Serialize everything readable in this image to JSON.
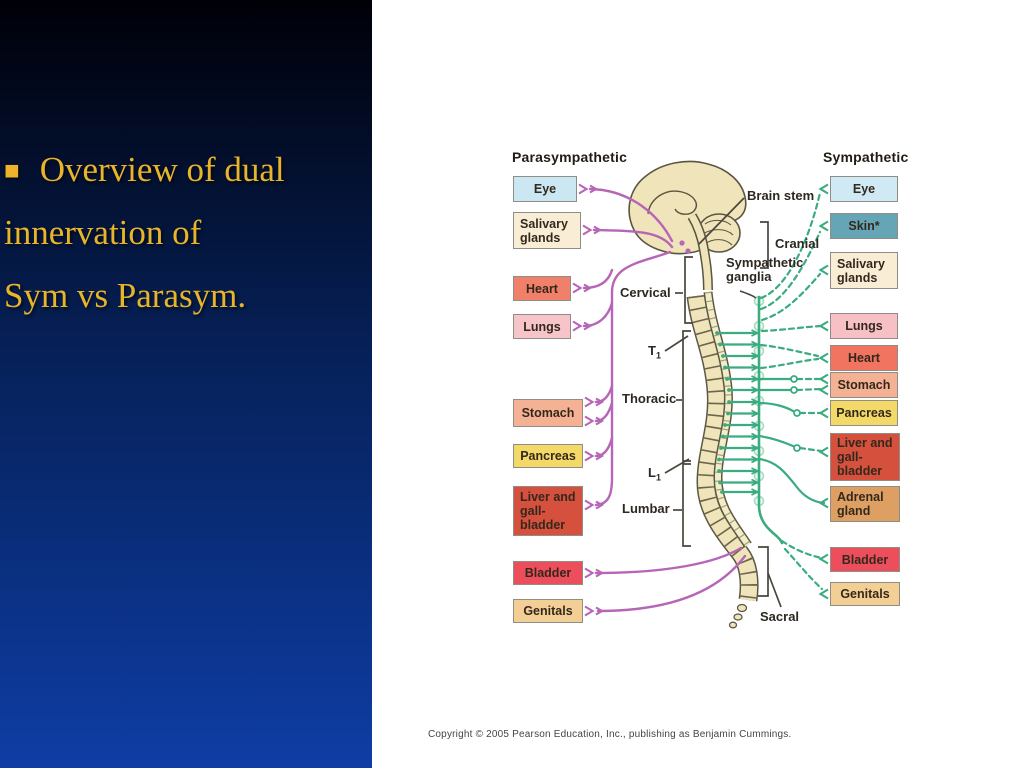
{
  "slide": {
    "bullet_glyph": "■",
    "title_lines": [
      "Overview of dual",
      "innervation of",
      "Sym vs Parasym."
    ],
    "colors": {
      "title_text": "#e8b42a",
      "panel_top": "#000007",
      "panel_mid": "#062057",
      "panel_bottom": "#0e3da4"
    }
  },
  "diagram": {
    "left_header": "Parasympathetic",
    "right_header": "Sympathetic",
    "left_targets": [
      {
        "label": "Eye",
        "color": "#cbe7f1"
      },
      {
        "label": "Salivary glands",
        "color": "#f9eed5"
      },
      {
        "label": "Heart",
        "color": "#f0806a"
      },
      {
        "label": "Lungs",
        "color": "#f7c5c9"
      },
      {
        "label": "Stomach",
        "color": "#f4b194"
      },
      {
        "label": "Pancreas",
        "color": "#f3da68"
      },
      {
        "label": "Liver and gall-bladder",
        "color": "#d6503e"
      },
      {
        "label": "Bladder",
        "color": "#ed4e5b"
      },
      {
        "label": "Genitals",
        "color": "#f4cf95"
      }
    ],
    "right_targets": [
      {
        "label": "Eye",
        "color": "#d0eaf5"
      },
      {
        "label": "Skin*",
        "color": "#66a5b6"
      },
      {
        "label": "Salivary glands",
        "color": "#f9eed5"
      },
      {
        "label": "Lungs",
        "color": "#f7c0c5"
      },
      {
        "label": "Heart",
        "color": "#f0745f"
      },
      {
        "label": "Stomach",
        "color": "#f4b194"
      },
      {
        "label": "Pancreas",
        "color": "#f3da68"
      },
      {
        "label": "Liver and gall-bladder",
        "color": "#d6503e"
      },
      {
        "label": "Adrenal gland",
        "color": "#de9f63"
      },
      {
        "label": "Bladder",
        "color": "#ed4e5b"
      },
      {
        "label": "Genitals",
        "color": "#f4cf95"
      }
    ],
    "anatomy_labels": {
      "brain_stem": "Brain stem",
      "cranial": "Cranial",
      "sympathetic_ganglia": "Sympathetic ganglia",
      "cervical": "Cervical",
      "t_level": {
        "letter": "T",
        "sub": "1"
      },
      "thoracic": "Thoracic",
      "l_level": {
        "letter": "L",
        "sub": "1"
      },
      "lumbar": "Lumbar",
      "sacral": "Sacral"
    },
    "line_colors": {
      "parasympathetic": "#b765b6",
      "sympathetic": "#3bab80"
    },
    "copyright": "Copyright © 2005 Pearson Education, Inc., publishing as Benjamin Cummings."
  }
}
